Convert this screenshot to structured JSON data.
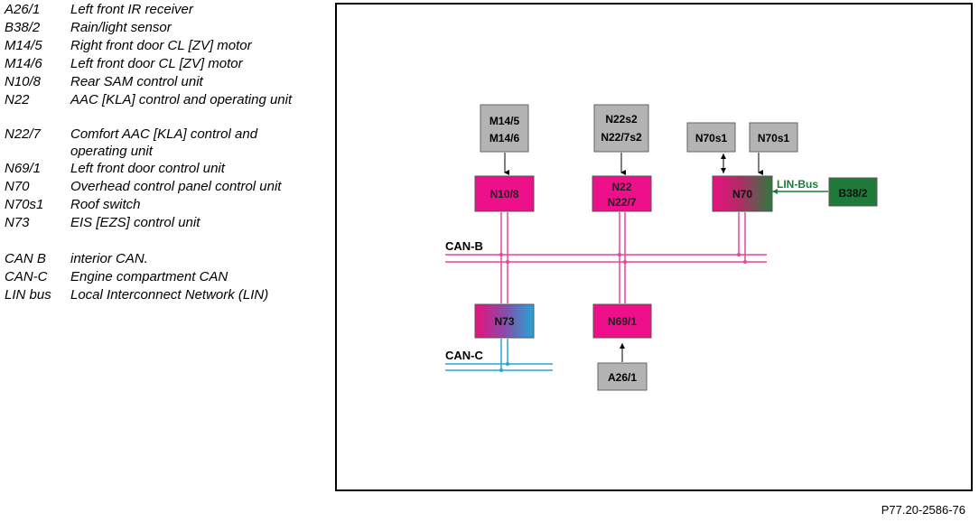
{
  "legend": {
    "components": [
      {
        "code": "A26/1",
        "desc": "Left front IR receiver"
      },
      {
        "code": "B38/2",
        "desc": "Rain/light sensor"
      },
      {
        "code": "M14/5",
        "desc": "Right front door CL [ZV] motor"
      },
      {
        "code": "M14/6",
        "desc": "Left front door CL [ZV] motor"
      },
      {
        "code": "N10/8",
        "desc": "Rear SAM control unit"
      },
      {
        "code": "N22",
        "desc": "AAC [KLA] control and operating unit"
      },
      {
        "code": "N22/7",
        "desc": "Comfort AAC [KLA] control and operating unit"
      },
      {
        "code": "N69/1",
        "desc": "Left front door control unit"
      },
      {
        "code": "N70",
        "desc": "Overhead control panel control unit"
      },
      {
        "code": "N70s1",
        "desc": "Roof switch"
      },
      {
        "code": "N73",
        "desc": "EIS [EZS] control unit"
      }
    ],
    "buses": [
      {
        "code": "CAN B",
        "desc": "interior CAN."
      },
      {
        "code": "CAN-C",
        "desc": "Engine compartment CAN"
      },
      {
        "code": "LIN bus",
        "desc": "Local Interconnect Network (LIN)"
      }
    ]
  },
  "diagram": {
    "boxes": {
      "m14": {
        "line1": "M14/5",
        "line2": "M14/6"
      },
      "n22s2": {
        "line1": "N22s2",
        "line2": "N22/7s2"
      },
      "n70s1_a": {
        "label": "N70s1"
      },
      "n70s1_b": {
        "label": "N70s1"
      },
      "n10_8": {
        "label": "N10/8"
      },
      "n22": {
        "line1": "N22",
        "line2": "N22/7"
      },
      "n70": {
        "label": "N70"
      },
      "b38_2": {
        "label": "B38/2"
      },
      "n73": {
        "label": "N73"
      },
      "n69_1": {
        "label": "N69/1"
      },
      "a26_1": {
        "label": "A26/1"
      }
    },
    "bus_labels": {
      "can_b": "CAN-B",
      "can_c": "CAN-C",
      "lin": "LIN-Bus"
    },
    "colors": {
      "magenta": "#ee0f8b",
      "grey": "#b3b3b3",
      "green": "#1f7a3a",
      "cyan": "#27a9d3",
      "can_b_line": "#e8449a",
      "can_c_line": "#25a7d0"
    }
  },
  "figure_ref": "P77.20-2586-76"
}
